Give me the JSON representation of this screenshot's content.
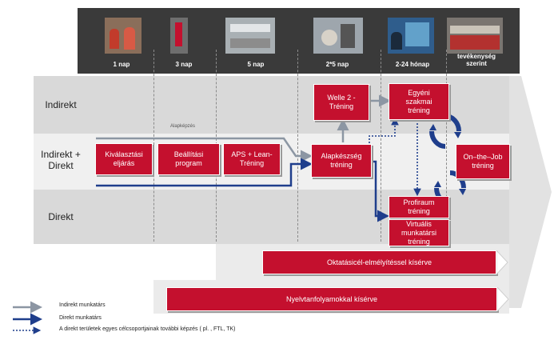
{
  "timeline": [
    "1 nap",
    "3 nap",
    "5 nap",
    "2*5 nap",
    "2-24 hónap",
    "tevékenység szerint"
  ],
  "rows": {
    "indirekt": "Indirekt",
    "both": "Indirekt + Direkt",
    "direkt": "Direkt"
  },
  "small_label": "Alapképzés",
  "boxes": {
    "kivalasztas": "Kiválasztási eljárás",
    "beallitas": "Beállítási program",
    "aps": "APS + Lean-Tréning",
    "alap": "Alapkészség tréning",
    "welle": "Welle 2 - Tréning",
    "egyeni": "Egyéni szakmai tréning",
    "onjob": "On–the–Job tréning",
    "profiraum": "Profiraum tréning",
    "virtualis": "Virtuális munkatársi tréning"
  },
  "bars": {
    "oktatasi": "Oktatásicél-elmélyítéssel kísérve",
    "nyelv": "Nyelvtanfolyamokkal kísérve"
  },
  "legend": {
    "indirekt": "Indirekt munkatárs",
    "direkt": "Direkt munkatárs",
    "dotted": "A direkt területek egyes célcsoportjainak további képzés ( pl. , FTL, TK)"
  },
  "colors": {
    "red": "#c4102e",
    "grey_arrow": "#8c96a3",
    "blue_arrow": "#1f3e8c",
    "header": "#3a3a3a"
  }
}
